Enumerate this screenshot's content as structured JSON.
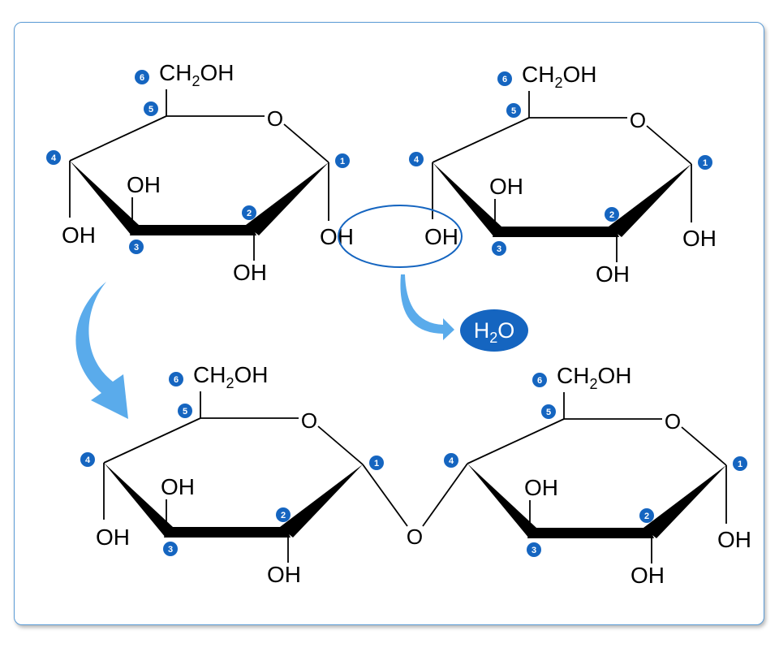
{
  "rings": [
    {
      "carbon_numbers": {
        "c1": "1",
        "c2": "2",
        "c3": "3",
        "c4": "4",
        "c5": "5",
        "c6": "6"
      },
      "ch2oh": {
        "main": "CH",
        "sub": "2",
        "tail": "OH"
      },
      "ring_oxygen": "O",
      "hydroxyls": {
        "c1": "OH",
        "c2": "OH",
        "c3": "OH",
        "c4": "OH"
      }
    },
    {
      "carbon_numbers": {
        "c1": "1",
        "c2": "2",
        "c3": "3",
        "c4": "4",
        "c5": "5",
        "c6": "6"
      },
      "ch2oh": {
        "main": "CH",
        "sub": "2",
        "tail": "OH"
      },
      "ring_oxygen": "O",
      "hydroxyls": {
        "c1": "OH",
        "c2": "OH",
        "c3": "OH",
        "c4": "OH"
      }
    },
    {
      "carbon_numbers": {
        "c1": "1",
        "c2": "2",
        "c3": "3",
        "c4": "4",
        "c5": "5",
        "c6": "6"
      },
      "ch2oh": {
        "main": "CH",
        "sub": "2",
        "tail": "OH"
      },
      "ring_oxygen": "O",
      "hydroxyls": {
        "c2": "OH",
        "c3": "OH",
        "c4": "OH"
      }
    },
    {
      "carbon_numbers": {
        "c1": "1",
        "c2": "2",
        "c3": "3",
        "c4": "4",
        "c5": "5",
        "c6": "6"
      },
      "ch2oh": {
        "main": "CH",
        "sub": "2",
        "tail": "OH"
      },
      "ring_oxygen": "O",
      "hydroxyls": {
        "c1": "OH",
        "c2": "OH",
        "c3": "OH"
      }
    }
  ],
  "glycosidic_oxygen": "O",
  "water": {
    "main": "H",
    "sub": "2",
    "tail": "O"
  },
  "colors": {
    "accent": "#1565c0",
    "arrow": "#5aabeb"
  }
}
